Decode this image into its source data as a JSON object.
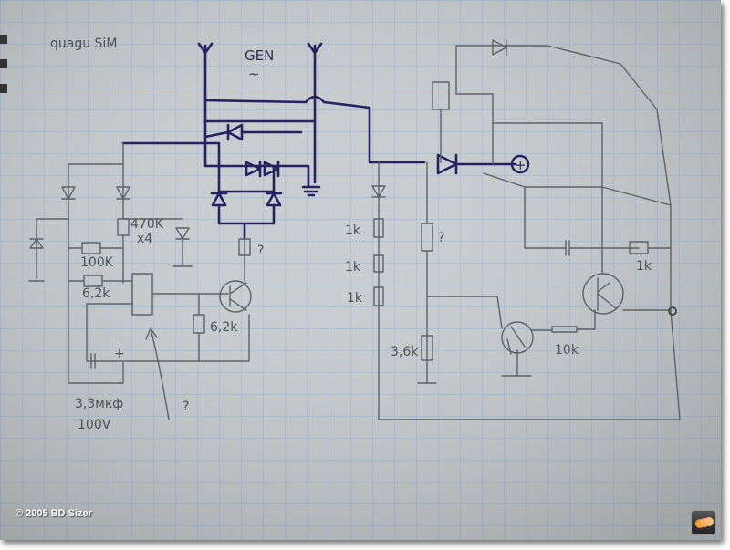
{
  "title_note": "quagu SiM",
  "generator": {
    "label": "GEN",
    "symbol": "~"
  },
  "left_circuit": {
    "r_470k": "470K",
    "r_470k_mult": "x4",
    "r_100k": "100K",
    "r_6_2k_a": "6,2k",
    "r_6_2k_b": "6,2k",
    "unknown_resistor": "?",
    "cap_plus": "+",
    "cap_value": "3,3мкф",
    "cap_voltage": "100V",
    "unknown_ic": "?"
  },
  "right_circuit": {
    "r1": "1k",
    "r2": "1k",
    "r3": "1k",
    "unknown_resistor": "?",
    "r_3_6k": "3,6k",
    "r_10k": "10k",
    "r_1k_right": "1k",
    "output_terminal": "+"
  },
  "watermark": {
    "copyright": "© 2005 BD Sizer"
  },
  "colors": {
    "paper": "#c9ced1",
    "grid": "#8fa6c6",
    "pencil": "#5d6266",
    "ink": "#262160"
  }
}
